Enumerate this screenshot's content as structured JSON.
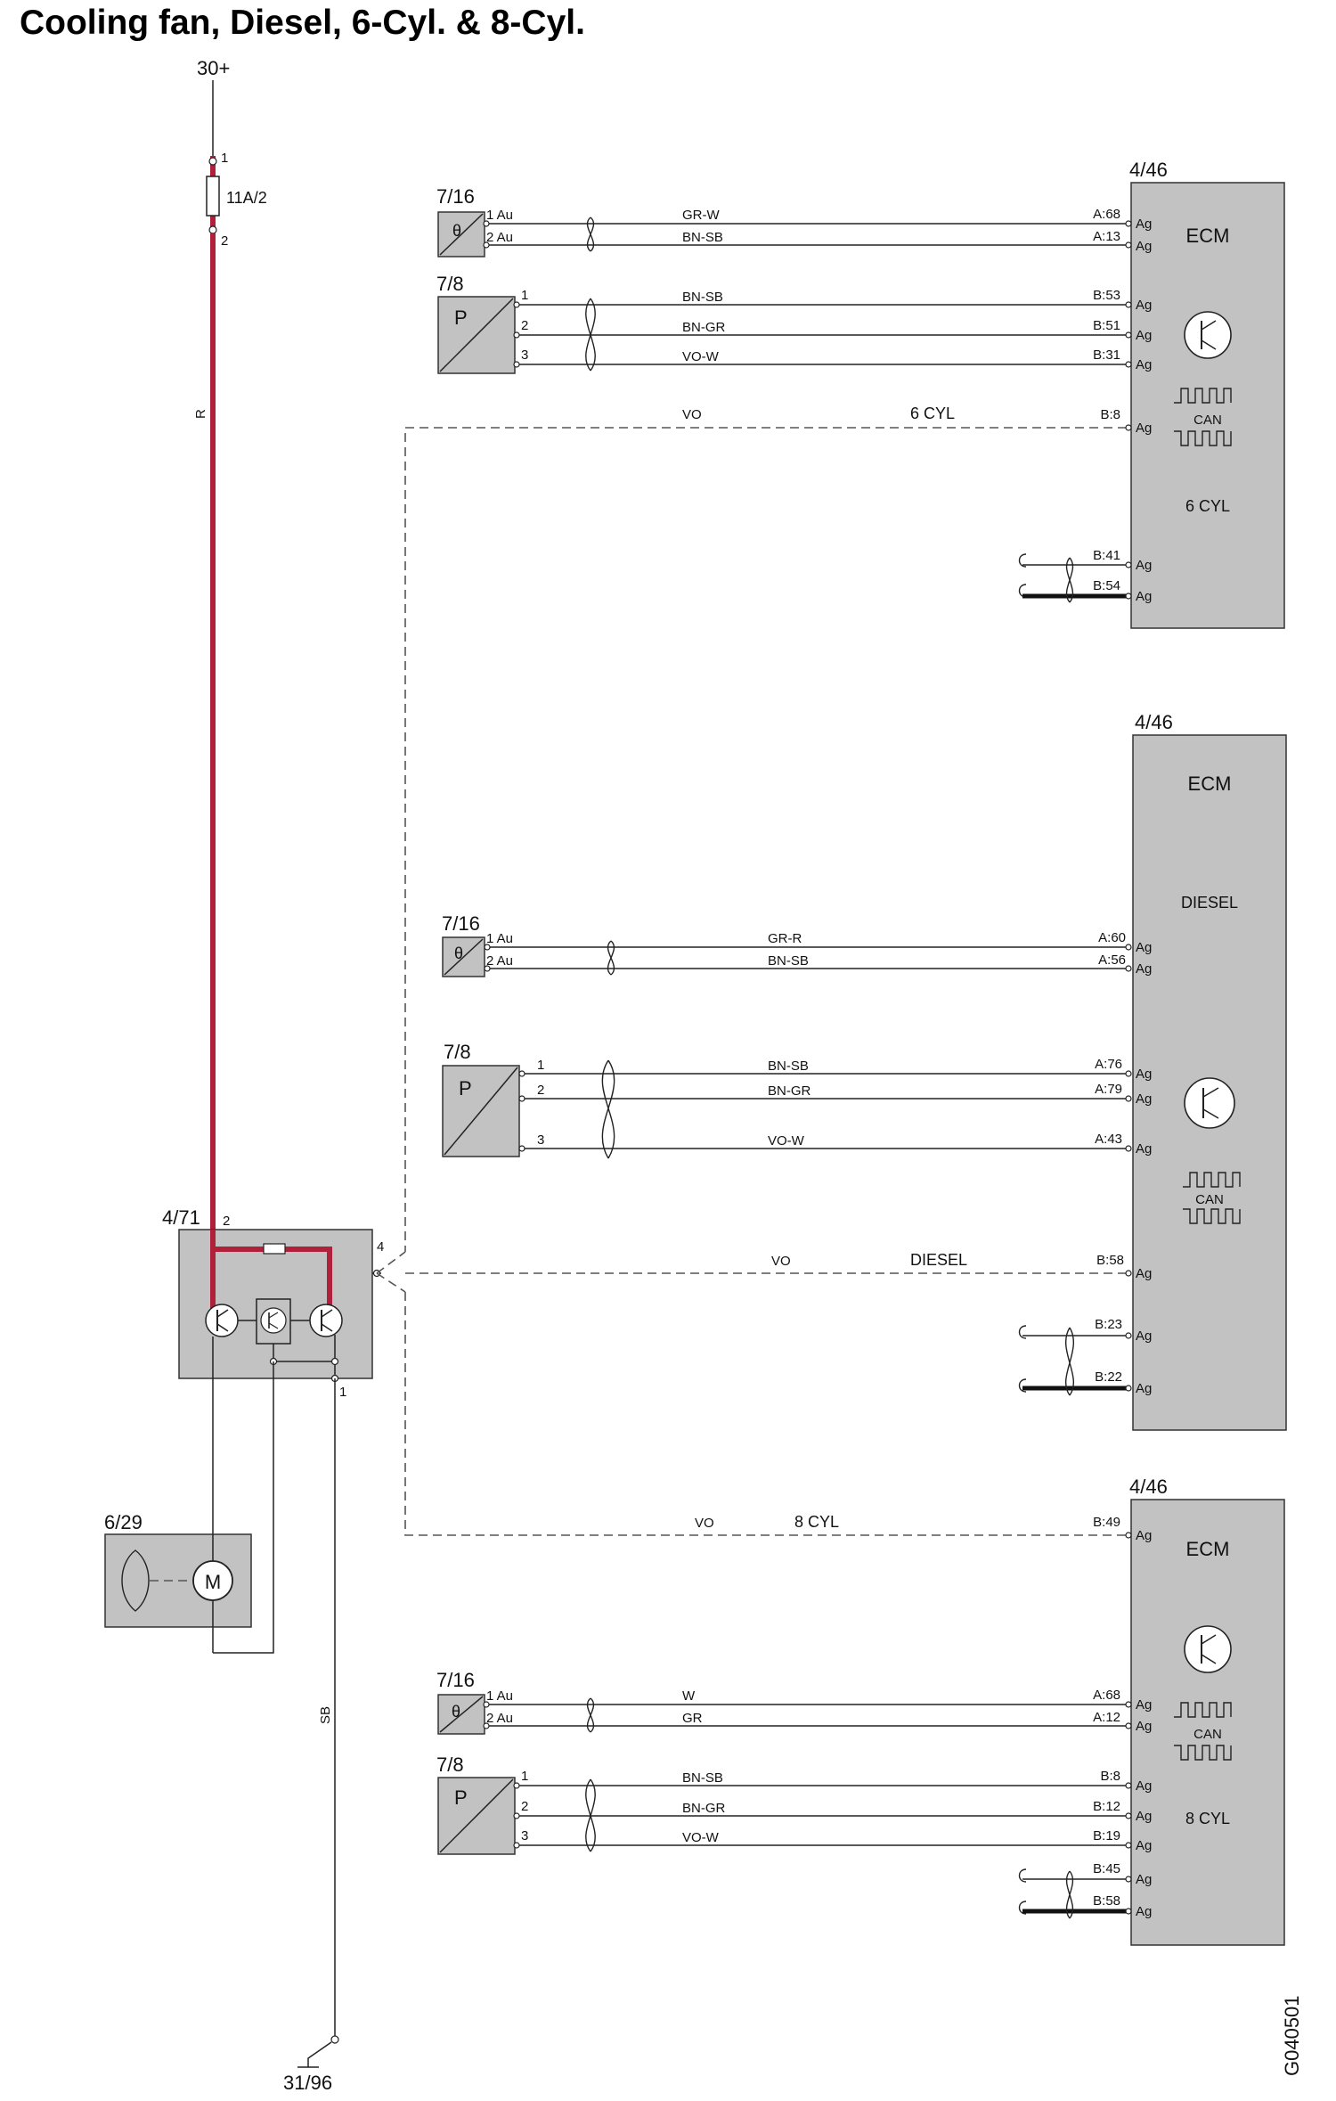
{
  "title": "Cooling fan, Diesel, 6-Cyl. & 8-Cyl.",
  "supply": {
    "label": "30+",
    "fuse": "11A/2",
    "pin_in": "1",
    "pin_out": "2",
    "wire_color": "R"
  },
  "ground": {
    "label": "31/96",
    "wire_color": "SB"
  },
  "control_module": {
    "id": "4/71",
    "pin_supply": "2",
    "pin_signal": "4",
    "pin_ground": "1"
  },
  "fan": {
    "id": "6/29",
    "motor_label": "M"
  },
  "ecm_6cyl": {
    "id": "4/46",
    "title": "ECM",
    "variant": "6 CYL",
    "can": "CAN",
    "temp_sensor": {
      "id": "7/16",
      "symbol": "θ",
      "pins": [
        {
          "pin": "1 Au",
          "wire": "GR-W",
          "ecm_pin": "A:68"
        },
        {
          "pin": "2 Au",
          "wire": "BN-SB",
          "ecm_pin": "A:13"
        }
      ]
    },
    "pressure_sensor": {
      "id": "7/8",
      "symbol": "P",
      "pins": [
        {
          "pin": "1",
          "wire": "BN-SB",
          "ecm_pin": "B:53"
        },
        {
          "pin": "2",
          "wire": "BN-GR",
          "ecm_pin": "B:51"
        },
        {
          "pin": "3",
          "wire": "VO-W",
          "ecm_pin": "B:31"
        }
      ]
    },
    "fan_signal": {
      "wire": "VO",
      "tag": "6 CYL",
      "ecm_pin": "B:8"
    },
    "can_pins": [
      "B:41",
      "B:54"
    ]
  },
  "ecm_diesel": {
    "id": "4/46",
    "title": "ECM",
    "variant": "DIESEL",
    "can": "CAN",
    "temp_sensor": {
      "id": "7/16",
      "symbol": "θ",
      "pins": [
        {
          "pin": "1 Au",
          "wire": "GR-R",
          "ecm_pin": "A:60"
        },
        {
          "pin": "2 Au",
          "wire": "BN-SB",
          "ecm_pin": "A:56"
        }
      ]
    },
    "pressure_sensor": {
      "id": "7/8",
      "symbol": "P",
      "pins": [
        {
          "pin": "1",
          "wire": "BN-SB",
          "ecm_pin": "A:76"
        },
        {
          "pin": "2",
          "wire": "BN-GR",
          "ecm_pin": "A:79"
        },
        {
          "pin": "3",
          "wire": "VO-W",
          "ecm_pin": "A:43"
        }
      ]
    },
    "fan_signal": {
      "wire": "VO",
      "tag": "DIESEL",
      "ecm_pin": "B:58"
    },
    "can_pins": [
      "B:23",
      "B:22"
    ]
  },
  "ecm_8cyl": {
    "id": "4/46",
    "title": "ECM",
    "variant": "8 CYL",
    "can": "CAN",
    "temp_sensor": {
      "id": "7/16",
      "symbol": "θ",
      "pins": [
        {
          "pin": "1 Au",
          "wire": "W",
          "ecm_pin": "A:68"
        },
        {
          "pin": "2 Au",
          "wire": "GR",
          "ecm_pin": "A:12"
        }
      ]
    },
    "pressure_sensor": {
      "id": "7/8",
      "symbol": "P",
      "pins": [
        {
          "pin": "1",
          "wire": "BN-SB",
          "ecm_pin": "B:8"
        },
        {
          "pin": "2",
          "wire": "BN-GR",
          "ecm_pin": "B:12"
        },
        {
          "pin": "3",
          "wire": "VO-W",
          "ecm_pin": "B:19"
        }
      ]
    },
    "fan_signal": {
      "wire": "VO",
      "tag": "8 CYL",
      "ecm_pin": "B:49"
    },
    "can_pins": [
      "B:45",
      "B:58"
    ]
  },
  "ag_label": "Ag",
  "drawing_id": "G040501"
}
